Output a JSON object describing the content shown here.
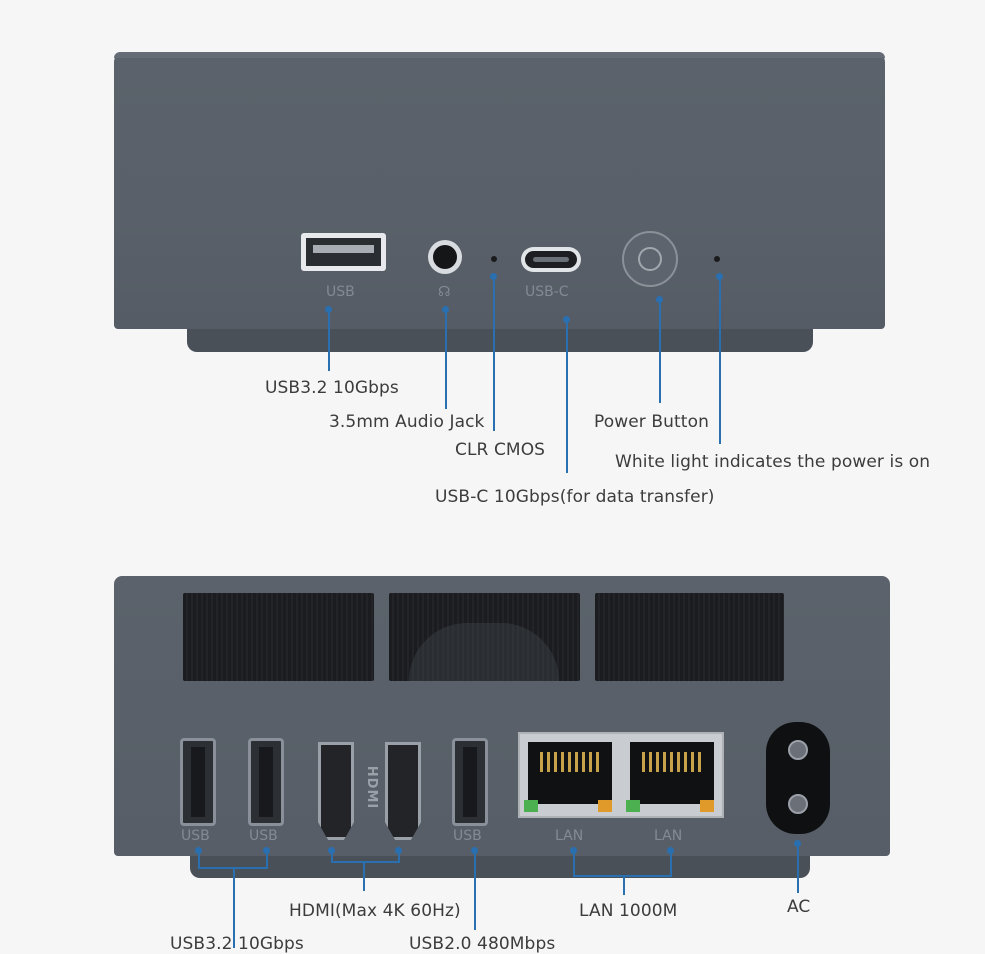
{
  "front_panel": {
    "port_labels": {
      "usb": "USB",
      "usb_c": "USB-C"
    },
    "callouts": {
      "usb32": "USB3.2 10Gbps",
      "audio": "3.5mm Audio Jack",
      "clr_cmos": "CLR CMOS",
      "power_button": "Power Button",
      "power_light": "White light indicates the power is on",
      "usb_c": "USB-C 10Gbps(for data transfer)"
    }
  },
  "back_panel": {
    "port_labels": {
      "usb_1": "USB",
      "usb_2": "USB",
      "usb_3": "USB",
      "lan_1": "LAN",
      "lan_2": "LAN",
      "hdmi_logo": "HDMI"
    },
    "callouts": {
      "hdmi": "HDMI(Max 4K 60Hz)",
      "lan": "LAN 1000M",
      "ac": "AC",
      "usb32": "USB3.2 10Gbps",
      "usb20": "USB2.0 480Mbps"
    }
  },
  "colors": {
    "callout_line": "#2a6fb0",
    "device_body": "#5a6169",
    "background": "#f6f6f7"
  }
}
